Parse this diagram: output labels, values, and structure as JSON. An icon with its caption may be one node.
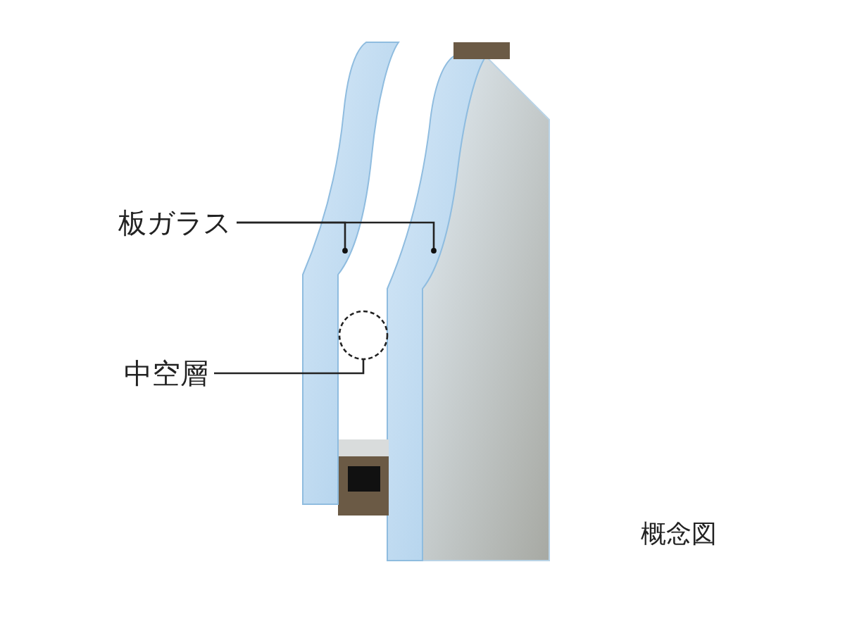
{
  "diagram": {
    "nodes": [
      {
        "text": [
          "板ガラス"
        ]
      },
      {
        "text": [],
        "shape": "picture"
      },
      {
        "text": [],
        "shape": "picture"
      },
      {
        "text": [
          "中空層"
        ]
      },
      {
        "text": [],
        "shape": "circle"
      }
    ],
    "edges": [
      {
        "from": 0,
        "to": 1,
        "arrow": "other"
      },
      {
        "from": 0,
        "to": 2,
        "arrow": "other"
      },
      {
        "from": 3,
        "to": 4,
        "arrow": "none"
      }
    ],
    "labels": [
      "概念図"
    ]
  }
}
